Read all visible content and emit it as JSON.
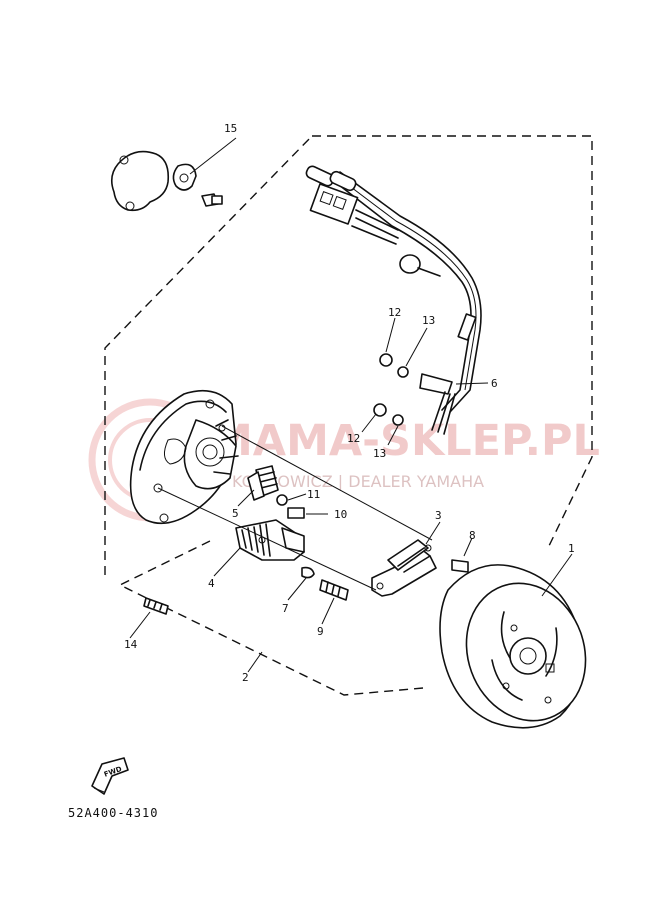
{
  "watermark": {
    "title": "MAMA-SKLEP.PL",
    "subtitle": "KOCHOWICZ | DEALER YAMAHA"
  },
  "diagram_code": "52A400-4310",
  "fwd_label": "FWD",
  "callouts": {
    "c1": "1",
    "c2": "2",
    "c3": "3",
    "c4": "4",
    "c5": "5",
    "c6": "6",
    "c7": "7",
    "c8": "8",
    "c9": "9",
    "c10": "10",
    "c11": "11",
    "c12a": "12",
    "c12b": "12",
    "c13a": "13",
    "c13b": "13",
    "c14": "14",
    "c15": "15"
  }
}
